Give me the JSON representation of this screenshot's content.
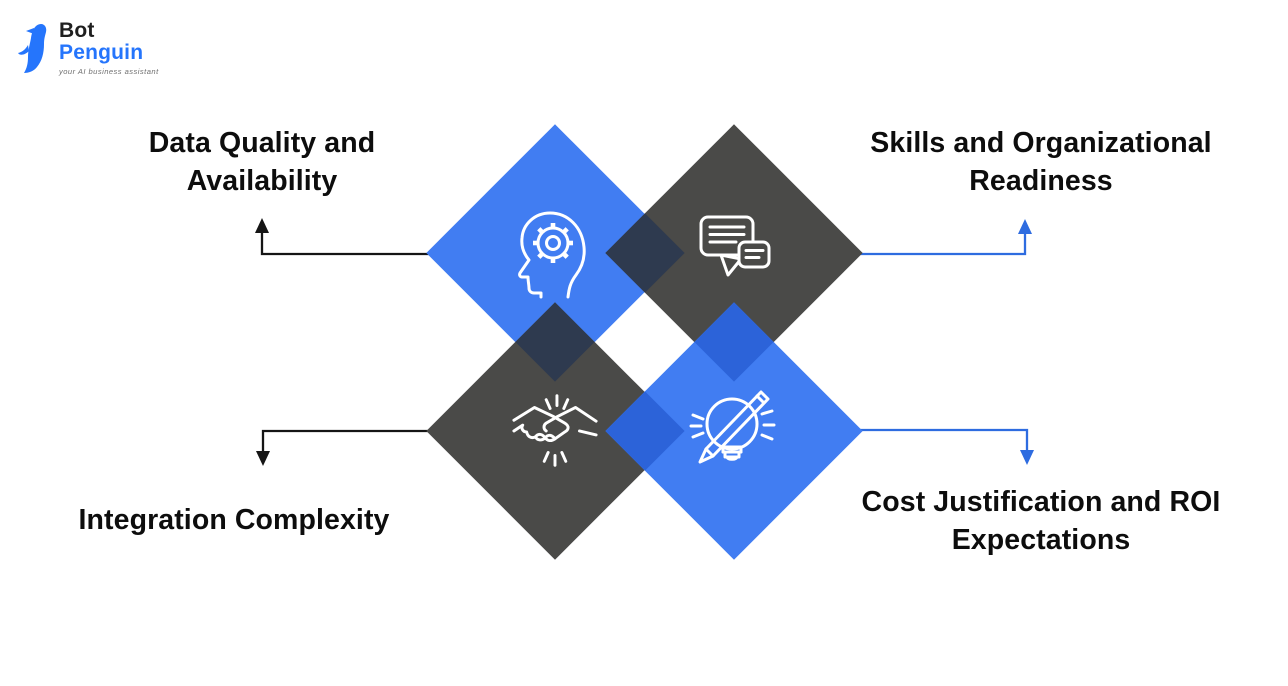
{
  "brand": {
    "name_line1": "Bot",
    "name_line2": "Penguin",
    "tagline": "your AI business assistant"
  },
  "colors": {
    "diamond_blue": "#417df2",
    "diamond_dark": "#4a4a48",
    "overlap_navy": "#2e3a4f",
    "overlap_royal": "#2c63d9",
    "arrow_black": "#151515",
    "arrow_blue": "#2e6ce0",
    "icon_stroke": "#ffffff",
    "label_text": "#0d0d0d",
    "brand_blue": "#2575fc",
    "brand_dark": "#1f1f1f",
    "tagline_gray": "#6f6f6f"
  },
  "items": [
    {
      "id": "data-quality",
      "line1": "Data Quality and",
      "line2": "Availability",
      "icon": "brain-gear-icon",
      "diamond_color": "blue",
      "connector_color": "black",
      "position": "top-left"
    },
    {
      "id": "skills-readiness",
      "line1": "Skills and Organizational",
      "line2": "Readiness",
      "icon": "chat-bubbles-icon",
      "diamond_color": "dark",
      "connector_color": "blue",
      "position": "top-right"
    },
    {
      "id": "integration-complexity",
      "line1": "Integration Complexity",
      "line2": "",
      "icon": "handshake-icon",
      "diamond_color": "dark",
      "connector_color": "black",
      "position": "bottom-left"
    },
    {
      "id": "cost-roi",
      "line1": "Cost Justification and ROI",
      "line2": "Expectations",
      "icon": "bulb-pencil-icon",
      "diamond_color": "blue",
      "connector_color": "blue",
      "position": "bottom-right"
    }
  ]
}
